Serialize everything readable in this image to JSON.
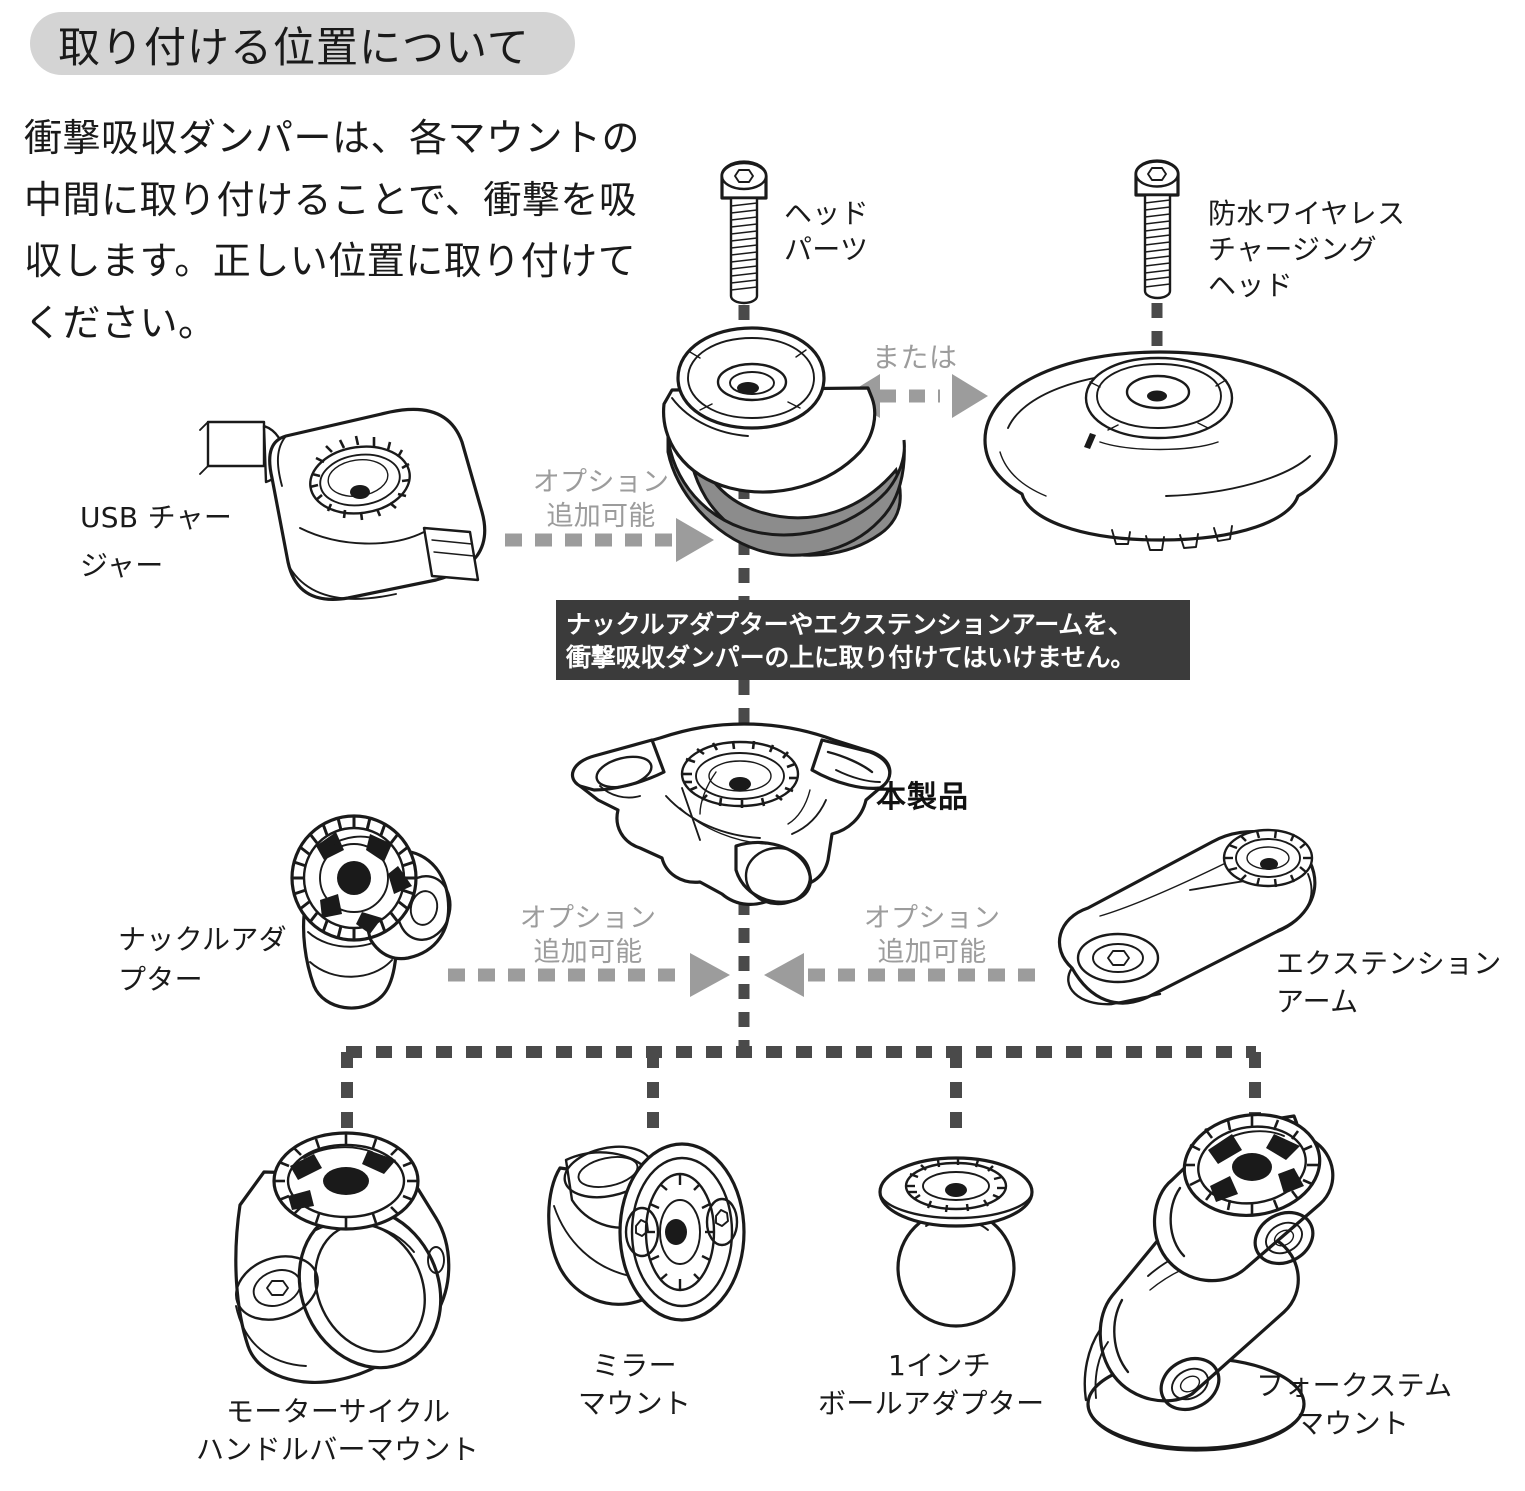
{
  "header": {
    "title": "取り付ける位置について",
    "pill_color": "#d4d4d4"
  },
  "intro": {
    "lines": [
      "衝撃吸収ダンパーは、各マウント",
      "の中間に取り付けることで、衝撃",
      "を吸収します。正しい位置に取り",
      "付けてください。"
    ],
    "text": "衝撃吸収ダンパーは、各マウントの中間に取り付けることで、衝撃を吸収します。正しい位置に取り付けてください。"
  },
  "warning": {
    "line1": "ナックルアダプターやエクステンションアームを、",
    "line2": "衝撃吸収ダンパーの上に取り付けてはいけません。",
    "background": "#3b3b3b",
    "text_color": "#ffffff"
  },
  "labels": {
    "head_parts": {
      "line1": "ヘッド",
      "line2": "パーツ"
    },
    "waterproof_wireless_charging_head": {
      "line1": "防水ワイヤレス",
      "line2": "チャージング",
      "line3": "ヘッド"
    },
    "usb_charger": {
      "line1": "USB チャー",
      "line2": "ジャー"
    },
    "knuckle_adapter": {
      "line1": "ナックルアダ",
      "line2": "プター"
    },
    "extension_arm": {
      "line1": "エクステンション",
      "line2": "アーム"
    },
    "this_product": "本製品",
    "motorcycle_handlebar_mount": {
      "line1": "モーターサイクル",
      "line2": "ハンドルバーマウント"
    },
    "mirror_mount": {
      "line1": "ミラー",
      "line2": "マウント"
    },
    "one_inch_ball_adapter": {
      "line1": "1インチ",
      "line2": "ボールアダプター"
    },
    "fork_stem_mount": {
      "line1": "フォークステム",
      "line2": "マウント"
    }
  },
  "connectors": {
    "or_label": "または",
    "optional_label": {
      "line1": "オプション",
      "line2": "追加可能"
    },
    "optional_left_usb": {
      "line1": "オプション",
      "line2": "追加可能"
    },
    "optional_left_knuckle": {
      "line1": "オプション",
      "line2": "追加可能"
    },
    "optional_right_extension": {
      "line1": "オプション",
      "line2": "追加可能"
    }
  },
  "colors": {
    "ink": "#1a1a1a",
    "gray_arrow": "#9c9c9c",
    "dark_dash": "#4a4a4a",
    "damper_gray": "#8c8c8c",
    "pill_gray": "#d4d4d4",
    "warning_bg": "#3b3b3b",
    "white": "#ffffff"
  },
  "icons": {
    "head_bolt": "hex-socket-bolt-icon",
    "charging_bolt": "hex-socket-bolt-icon",
    "damper": "shock-absorbing-damper-icon",
    "toothed_ring": "toothed-mount-ring-icon",
    "ball": "ball-adapter-icon"
  }
}
